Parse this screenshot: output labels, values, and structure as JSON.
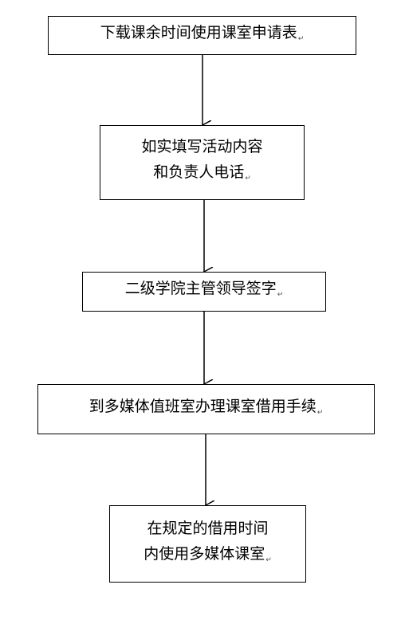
{
  "flowchart": {
    "steps": [
      {
        "lines": [
          "下载课余时间使用课室申请表"
        ]
      },
      {
        "lines": [
          "如实填写活动内容",
          "和负责人电话"
        ]
      },
      {
        "lines": [
          "二级学院主管领导签字"
        ]
      },
      {
        "lines": [
          "到多媒体值班室办理课室借用手续"
        ]
      },
      {
        "lines": [
          "在规定的借用时间",
          "内使用多媒体课室"
        ]
      }
    ],
    "paragraph_mark": "↵"
  }
}
